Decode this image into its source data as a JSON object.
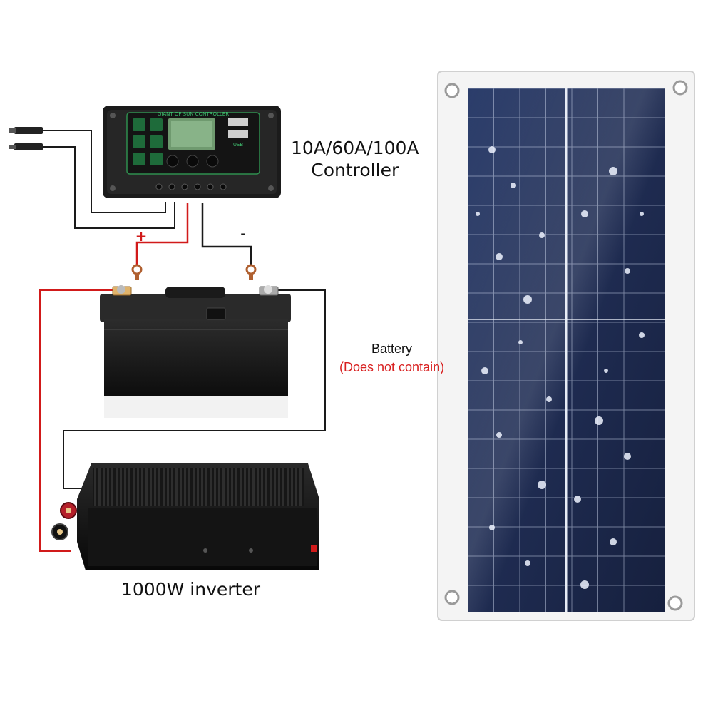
{
  "controller": {
    "model_label": "10A/60A/100A",
    "name_label": "Controller",
    "faceplate_title": "GIANT OF SUN CONTROLLER",
    "usb_text": "USB"
  },
  "battery": {
    "name_label": "Battery",
    "note_label": "(Does not contain)"
  },
  "inverter": {
    "name_label": "1000W inverter"
  },
  "wiring": {
    "positive_symbol": "+",
    "negative_symbol": "-",
    "positive_color": "#d11a1a",
    "negative_color": "#1a1a1a"
  },
  "icons": [
    "mc4-connector-icon",
    "usb-port-icon",
    "screw-terminal-icon",
    "lcd-display-icon"
  ]
}
